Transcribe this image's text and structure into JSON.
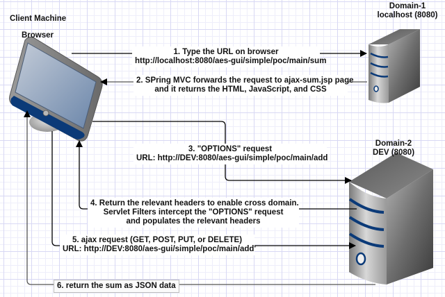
{
  "client": {
    "title": "Client Machine",
    "browser_label": "Browser"
  },
  "domain1": {
    "name": "Domain-1",
    "host": "localhost (8080)"
  },
  "domain2": {
    "name": "Domain-2",
    "host": "DEV (8080)"
  },
  "steps": [
    {
      "line1": "1. Type the URL on browser",
      "line2": "http://localhost:8080/aes-gui/simple/poc/main/sum"
    },
    {
      "line1": "2. SPring MVC forwards the request to ajax-sum.jsp page",
      "line2": "and it returns the HTML, JavaScript, and CSS"
    },
    {
      "line1": "3. \"OPTIONS\" request",
      "line2": "URL: http://DEV:8080/aes-gui/simple/poc/main/add"
    },
    {
      "line1": "4. Return the relevant headers to enable cross domain.",
      "line2": "Servlet Filters intercept the \"OPTIONS\" request",
      "line3": "and populates the relevant headers"
    },
    {
      "line1": "5. ajax request (GET, POST, PUT, or DELETE)",
      "line2": "URL: http://DEV:8080/aes-gui/simple/poc/main/add'"
    },
    {
      "line1": "6. return the sum as JSON data"
    }
  ],
  "colors": {
    "accent_blue": "#0b3a78",
    "server_gray": "#8a8a8a",
    "screen_blue": "#7f97b5"
  }
}
